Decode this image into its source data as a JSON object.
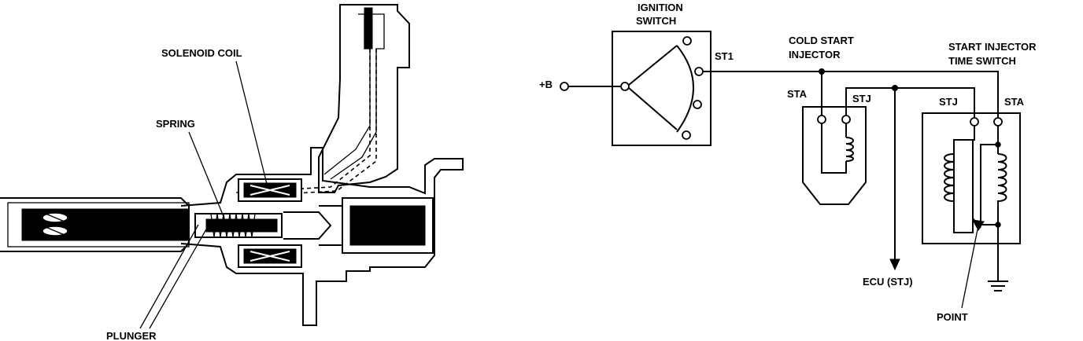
{
  "injector": {
    "labels": {
      "solenoid_coil": "SOLENOID COIL",
      "spring": "SPRING",
      "plunger": "PLUNGER"
    }
  },
  "circuit": {
    "labels": {
      "ignition_switch_line1": "IGNITION",
      "ignition_switch_line2": "SWITCH",
      "b_plus": "+B",
      "st1": "ST1",
      "cold_start_line1": "COLD START",
      "cold_start_line2": "INJECTOR",
      "time_switch_line1": "START INJECTOR",
      "time_switch_line2": "TIME SWITCH",
      "sta_left": "STA",
      "stj_left": "STJ",
      "stj_right": "STJ",
      "sta_right": "STA",
      "ecu": "ECU (STJ)",
      "point": "POINT"
    }
  }
}
